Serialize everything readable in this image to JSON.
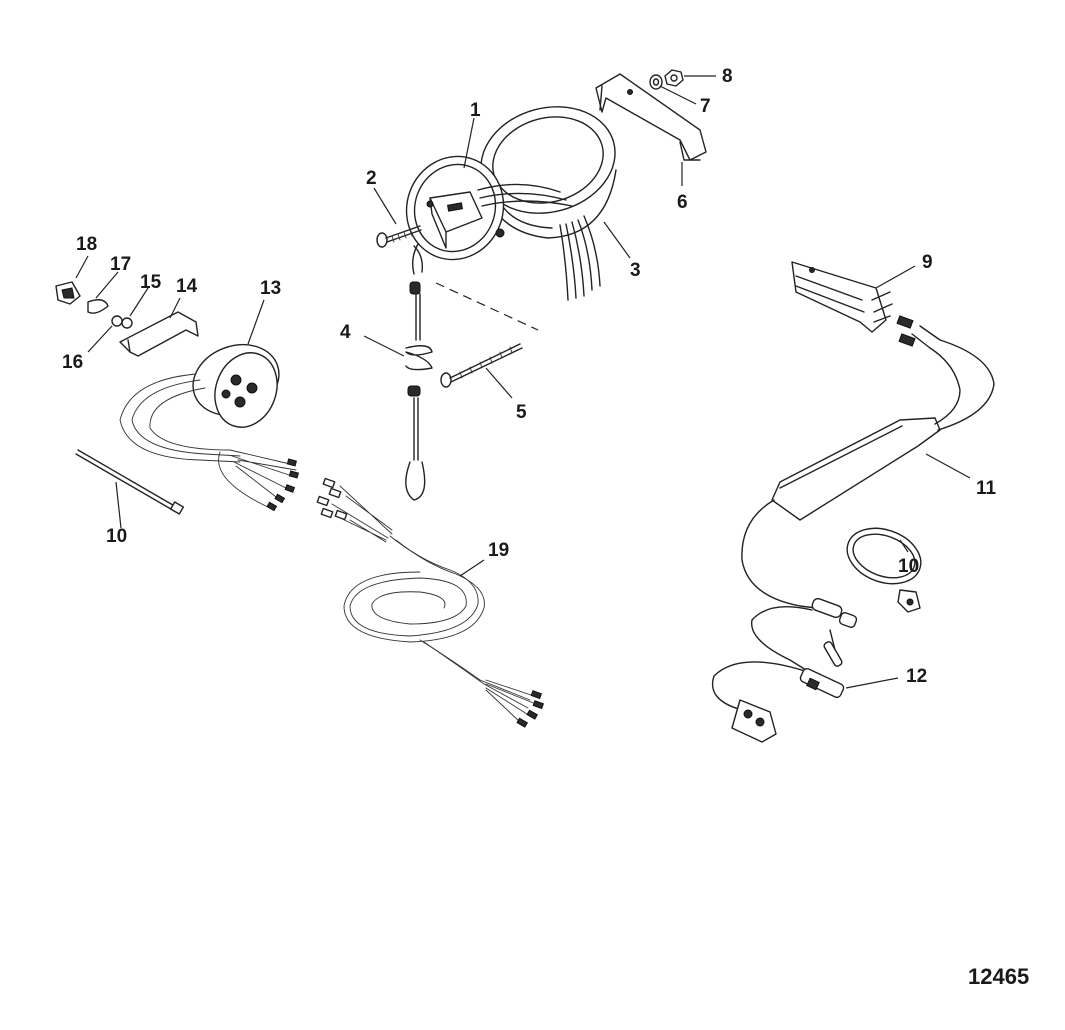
{
  "figure_number": "12465",
  "callouts": {
    "c1": "1",
    "c2": "2",
    "c3": "3",
    "c4": "4",
    "c5": "5",
    "c6": "6",
    "c7": "7",
    "c8": "8",
    "c9": "9",
    "c10a": "10",
    "c10b": "10",
    "c11": "11",
    "c12": "12",
    "c13": "13",
    "c14": "14",
    "c15": "15",
    "c16": "16",
    "c17": "17",
    "c18": "18",
    "c19": "19"
  }
}
